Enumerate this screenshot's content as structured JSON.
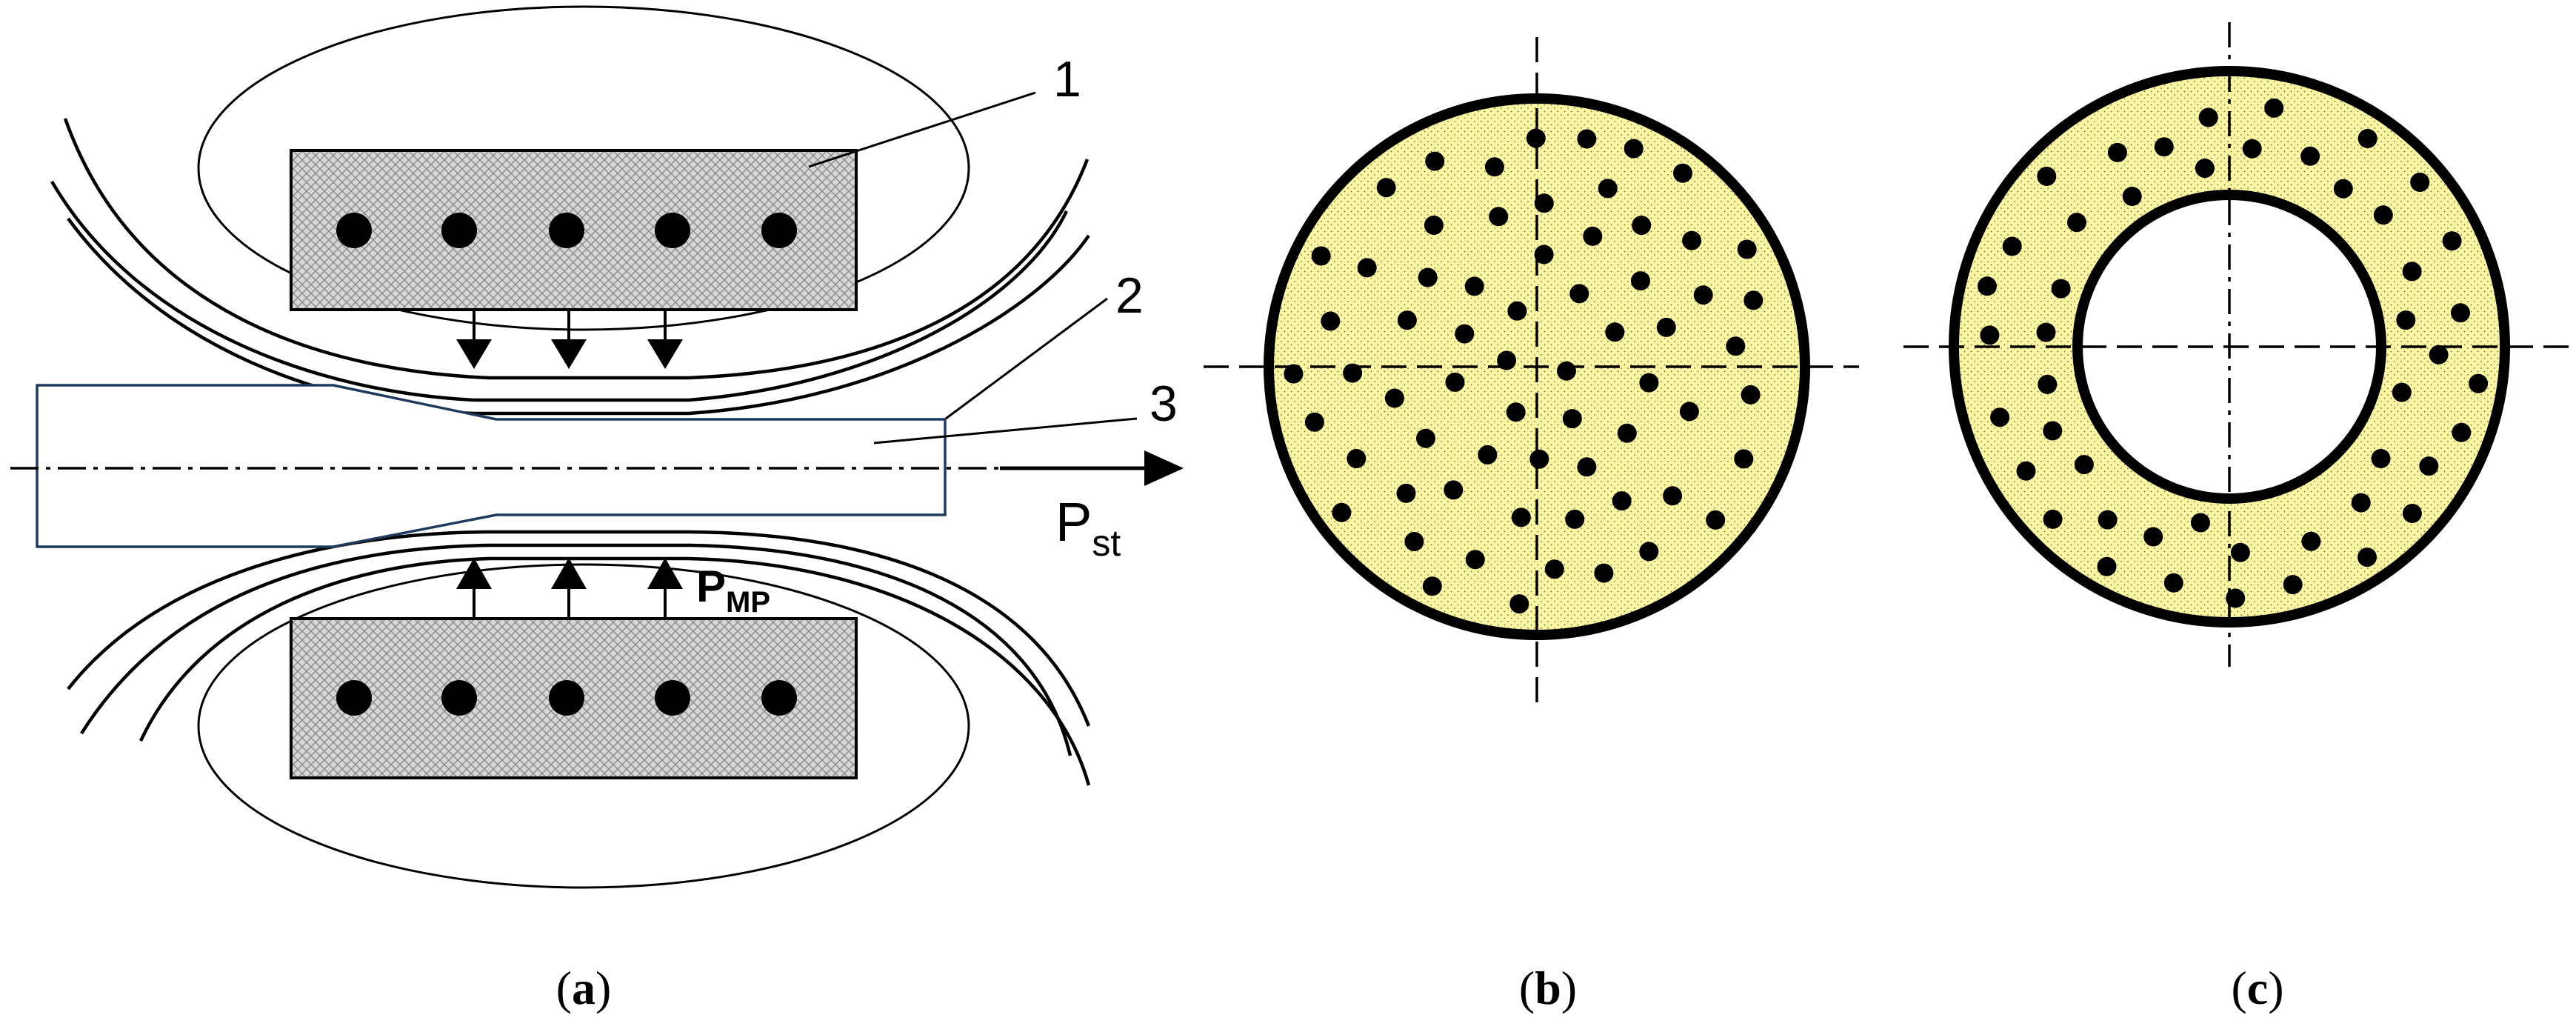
{
  "labels": {
    "part1": "1",
    "part2": "2",
    "part3": "3",
    "p_st_main": "P",
    "p_st_sub": "st",
    "p_mp_main": "P",
    "p_mp_sub": "MP"
  },
  "captions": {
    "a_open": "(",
    "a_letter": "a",
    "a_close": ")",
    "b_open": "(",
    "b_letter": "b",
    "b_close": ")",
    "c_open": "(",
    "c_letter": "c",
    "c_close": ")"
  },
  "colors": {
    "fill_yellow": "#fbf6a4",
    "stroke": "#000000",
    "hatch_bg": "#d4d4d4"
  }
}
